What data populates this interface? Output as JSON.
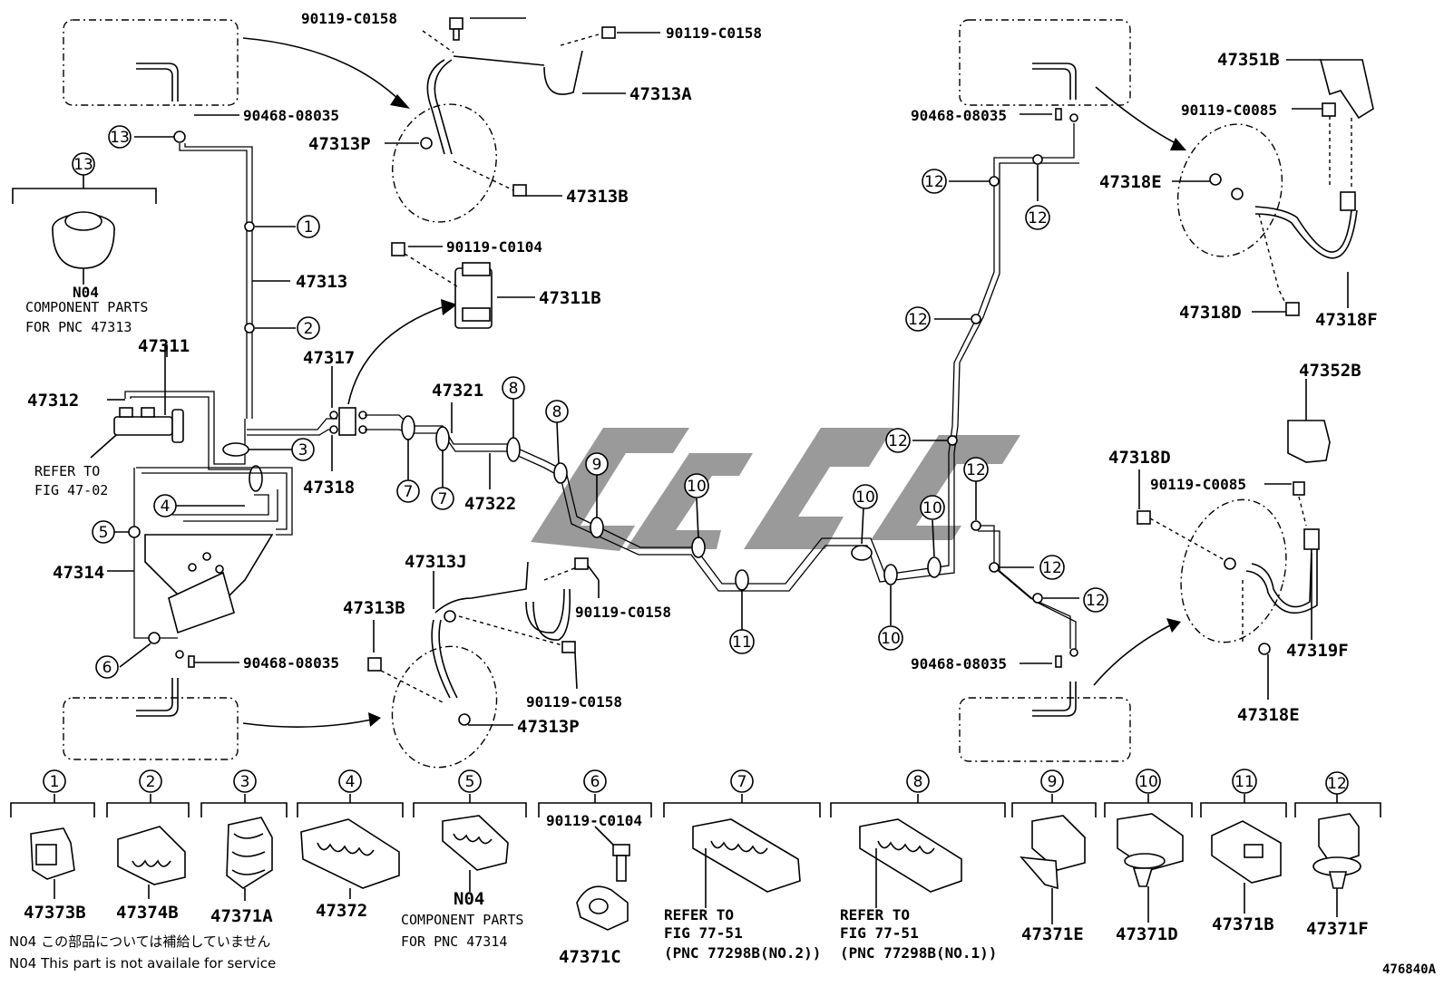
{
  "labels": {
    "p_90119_c0158_a": "90119-C0158",
    "p_90119_c0158_b": "90119-C0158",
    "p_47313a": "47313A",
    "p_90468_08035_a": "90468-08035",
    "p_47313p_a": "47313P",
    "p_47313b_a": "47313B",
    "p_47313": "47313",
    "p_90119_c0104_a": "90119-C0104",
    "p_47311b": "47311B",
    "p_47311": "47311",
    "p_47312": "47312",
    "p_47317": "47317",
    "p_47318": "47318",
    "p_47321": "47321",
    "p_47322": "47322",
    "p_47314": "47314",
    "p_47313j": "47313J",
    "p_47313b_b": "47313B",
    "p_90119_c0158_c": "90119-C0158",
    "p_90119_c0158_d": "90119-C0158",
    "p_90468_08035_b": "90468-08035",
    "p_47313p_b": "47313P",
    "p_90468_08035_c": "90468-08035",
    "p_47351b": "47351B",
    "p_90119_c0085_a": "90119-C0085",
    "p_47318e_a": "47318E",
    "p_47318d_a": "47318D",
    "p_47318f": "47318F",
    "p_47352b": "47352B",
    "p_47318d_b": "47318D",
    "p_90119_c0085_b": "90119-C0085",
    "p_47319f": "47319F",
    "p_47318e_b": "47318E",
    "p_90468_08035_d": "90468-08035",
    "n04_a": "N04",
    "component_parts_a": "COMPONENT PARTS",
    "for_pnc_47313": "FOR PNC 47313",
    "refer_to_a": "REFER TO",
    "fig_47_02": "FIG 47-02"
  },
  "callouts": [
    "1",
    "2",
    "3",
    "4",
    "5",
    "6",
    "7",
    "7",
    "8",
    "8",
    "9",
    "10",
    "10",
    "10",
    "10",
    "11",
    "12",
    "12",
    "12",
    "12",
    "12",
    "12",
    "12",
    "12",
    "13",
    "13"
  ],
  "legend": {
    "items": [
      {
        "num": "1",
        "part": "47373B"
      },
      {
        "num": "2",
        "part": "47374B"
      },
      {
        "num": "3",
        "part": "47371A"
      },
      {
        "num": "4",
        "part": "47372"
      },
      {
        "num": "5",
        "part": "N04",
        "note1": "COMPONENT PARTS",
        "note2": "FOR PNC 47314"
      },
      {
        "num": "6",
        "part": "47371C",
        "bolt": "90119-C0104"
      },
      {
        "num": "7",
        "refer1": "REFER TO",
        "refer2": "FIG 77-51",
        "refer3": "(PNC 77298B(NO.2))"
      },
      {
        "num": "8",
        "refer1": "REFER TO",
        "refer2": "FIG 77-51",
        "refer3": "(PNC 77298B(NO.1))"
      },
      {
        "num": "9",
        "part": "47371E"
      },
      {
        "num": "10",
        "part": "47371D"
      },
      {
        "num": "11",
        "part": "47371B"
      },
      {
        "num": "12",
        "part": "47371F"
      }
    ],
    "note_jp": "N04 この部品については補給していません",
    "note_en": "N04 This part is not availale for service"
  },
  "figure_id": "476840A",
  "colors": {
    "line": "#000000",
    "watermark": "#9a9a9a",
    "background": "#ffffff"
  }
}
